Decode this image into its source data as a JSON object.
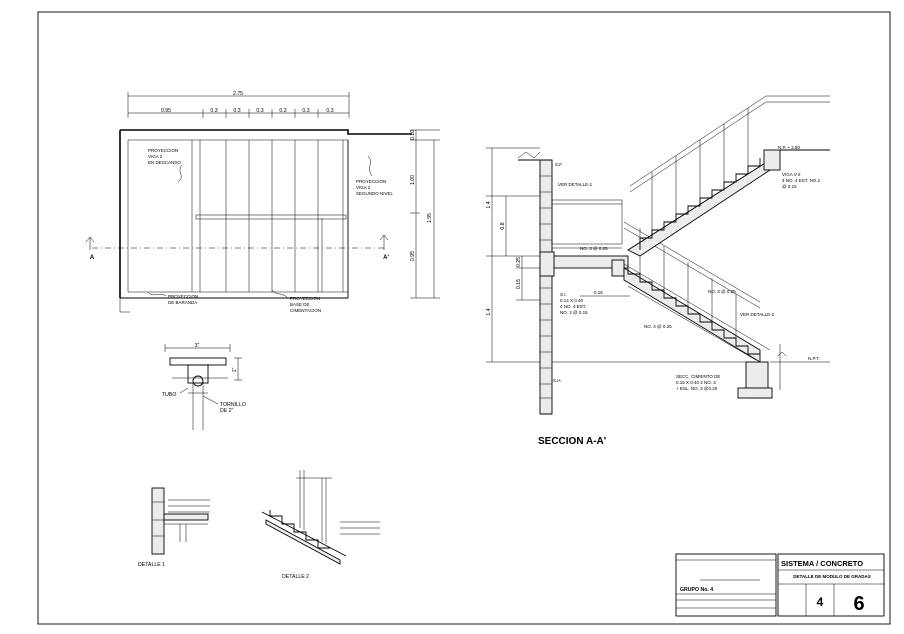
{
  "plan": {
    "dim_total": "2.75",
    "dim_top": [
      "0.95",
      "0.3",
      "0.3",
      "0.3",
      "0.3",
      "0.3",
      "0.3"
    ],
    "dim_right_total": "1.95",
    "dim_right_top": "0.10",
    "dim_right_mid": "1.00",
    "dim_right_bot": "0.95",
    "cut_left": "A",
    "cut_right": "A'",
    "note_viga_descanso": [
      "PROYECCION",
      "VIGA 2",
      "EN DESCANSO"
    ],
    "note_viga_segundo": [
      "PROYECCION",
      "VIGA 2",
      "SEGUNDO NIVEL"
    ],
    "note_baranda": [
      "PROYECCION",
      "DE BARANDA"
    ],
    "note_cimentacion": [
      "PROYECCION",
      "BASE DE",
      "CIMENTACION"
    ]
  },
  "railing_detail": {
    "dim_width": "3\"",
    "dim_height": "1\"",
    "label_tubo": "TUBO",
    "label_tornillo": [
      "TORNILLO",
      "DE 2\""
    ]
  },
  "section": {
    "title": "SECCION A-A'",
    "level_sf": "S.F.",
    "level_np": "N.P. + 2.80",
    "level_npt": "N.P.T.",
    "level_sh": "S.H.",
    "dim_left": [
      "1.4",
      "0.8",
      "0.25",
      "0.15",
      "1.4"
    ],
    "ver_detalle_1": "VER DETALLE-1",
    "ver_detalle_2": "VER DETALLE-2",
    "viga_v2": [
      "VIGA V-2",
      "4 NO. 4 EST. NO.2",
      "@ 0.15"
    ],
    "rebar_no3_left": "NO. 3 @ 0.25",
    "rebar_no3_right": "NO. 3 @ 0.25",
    "rebar_no4": "NO. 4 @ 0.25",
    "dim_small": "0.15",
    "beam_note": [
      "S.I.",
      "0.14 X 0.40",
      "4 NO. 4 EST.",
      "NO. 2 @ 0.15"
    ],
    "cimiento_note": [
      "SECC. CIMIENTO DE",
      "0.15 X 0.40 2 NO. 3",
      "+ ESL. NO. 3 @0.20"
    ]
  },
  "details": {
    "detalle_1": "DETALLE 1",
    "detalle_2": "DETALLE 2"
  },
  "title_block": {
    "grupo": "GRUPO No. 4",
    "system": "SISTEMA / CONCRETO",
    "subtitle": "DETALLE DE MODULO DE GRADAS",
    "number_small": "4",
    "number_large": "6"
  }
}
